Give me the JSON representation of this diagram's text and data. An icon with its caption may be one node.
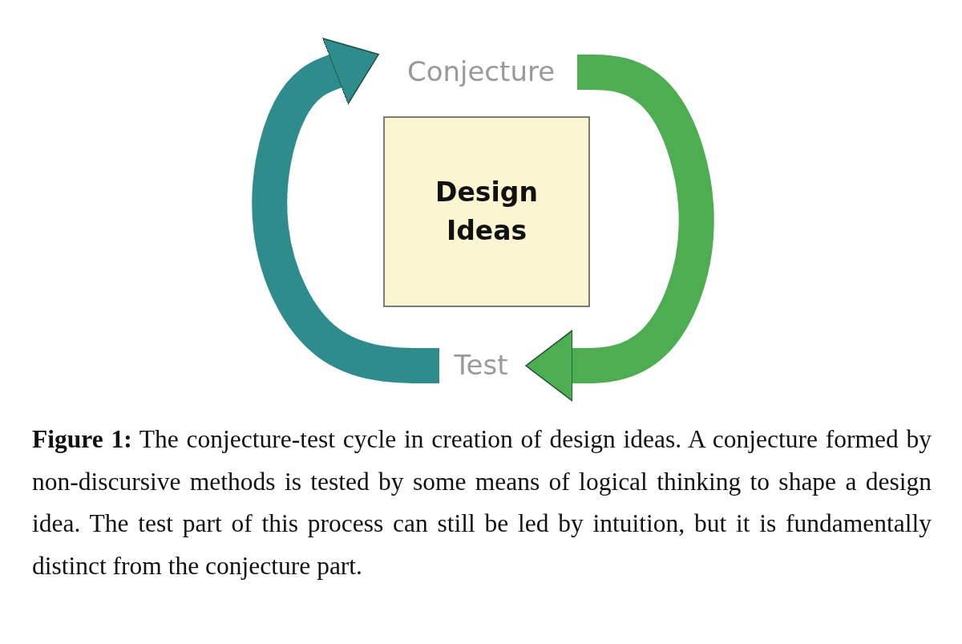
{
  "diagram": {
    "caption": "**Figure 1:** The conjecture-test cycle in creation of design ideas. A conjecture formed by non-discursive methods is tested by some means of logical thinking to shape a design idea. The test part of this process can still be led by intuition, but it is fundamentally distinct from the conjecture part.",
    "nodes": [
      {
        "text": [
          "Conjecture"
        ]
      },
      {
        "text": [
          "Design Ideas"
        ]
      },
      {
        "text": [
          "Test"
        ]
      }
    ],
    "edges": [
      {
        "from": 2,
        "to": 0,
        "arrow": "to",
        "color": "#2f8c8c"
      },
      {
        "from": 0,
        "to": 2,
        "arrow": "to",
        "color": "#4cae50"
      }
    ]
  }
}
